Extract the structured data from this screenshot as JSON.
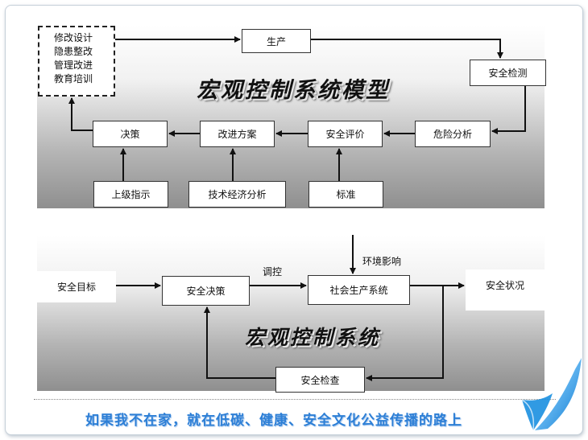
{
  "top_model": {
    "title": "宏观控制系统模型",
    "measures": [
      "修改设计",
      "隐患整改",
      "管理改进",
      "教育培训"
    ],
    "production": "生产",
    "safety_inspection": "安全检测",
    "hazard_analysis": "危险分析",
    "safety_evaluation": "安全评价",
    "improvement_plan": "改进方案",
    "decision": "决策",
    "superior_instruction": "上级指示",
    "tech_econ_analysis": "技术经济分析",
    "standard": "标准"
  },
  "bottom_system": {
    "title": "宏观控制系统",
    "safety_goal": "安全目标",
    "safety_decision": "安全决策",
    "regulation": "调控",
    "environment_influence": "环境影响",
    "social_production_system": "社会生产系统",
    "safety_status": "安全状况",
    "safety_check": "安全检查"
  },
  "footer": {
    "slogan": "如果我不在家，就在低碳、健康、安全文化公益传播的路上"
  },
  "colors": {
    "slogan": "#2d7fd6",
    "curl": "#1a8fe0"
  }
}
